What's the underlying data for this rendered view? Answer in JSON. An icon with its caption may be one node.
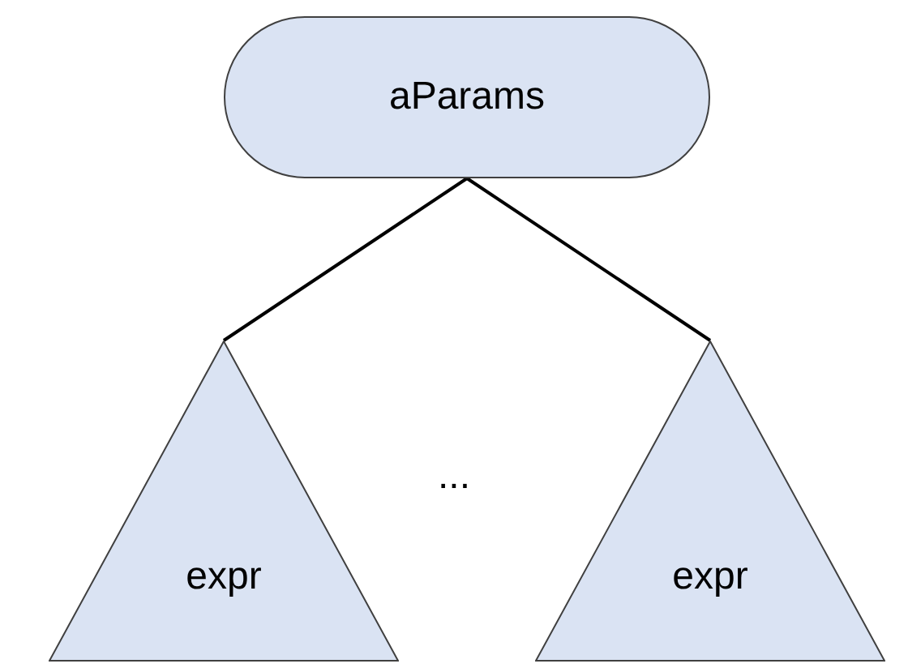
{
  "diagram": {
    "nodes": [
      {
        "text": [
          "aParams"
        ]
      },
      {
        "text": [
          "expr"
        ]
      },
      {
        "text": [
          "expr"
        ]
      }
    ],
    "edges": [
      {
        "from": 0,
        "to": 1,
        "arrow": "none"
      },
      {
        "from": 0,
        "to": 2,
        "arrow": "none"
      }
    ],
    "labels": [
      "..."
    ]
  }
}
